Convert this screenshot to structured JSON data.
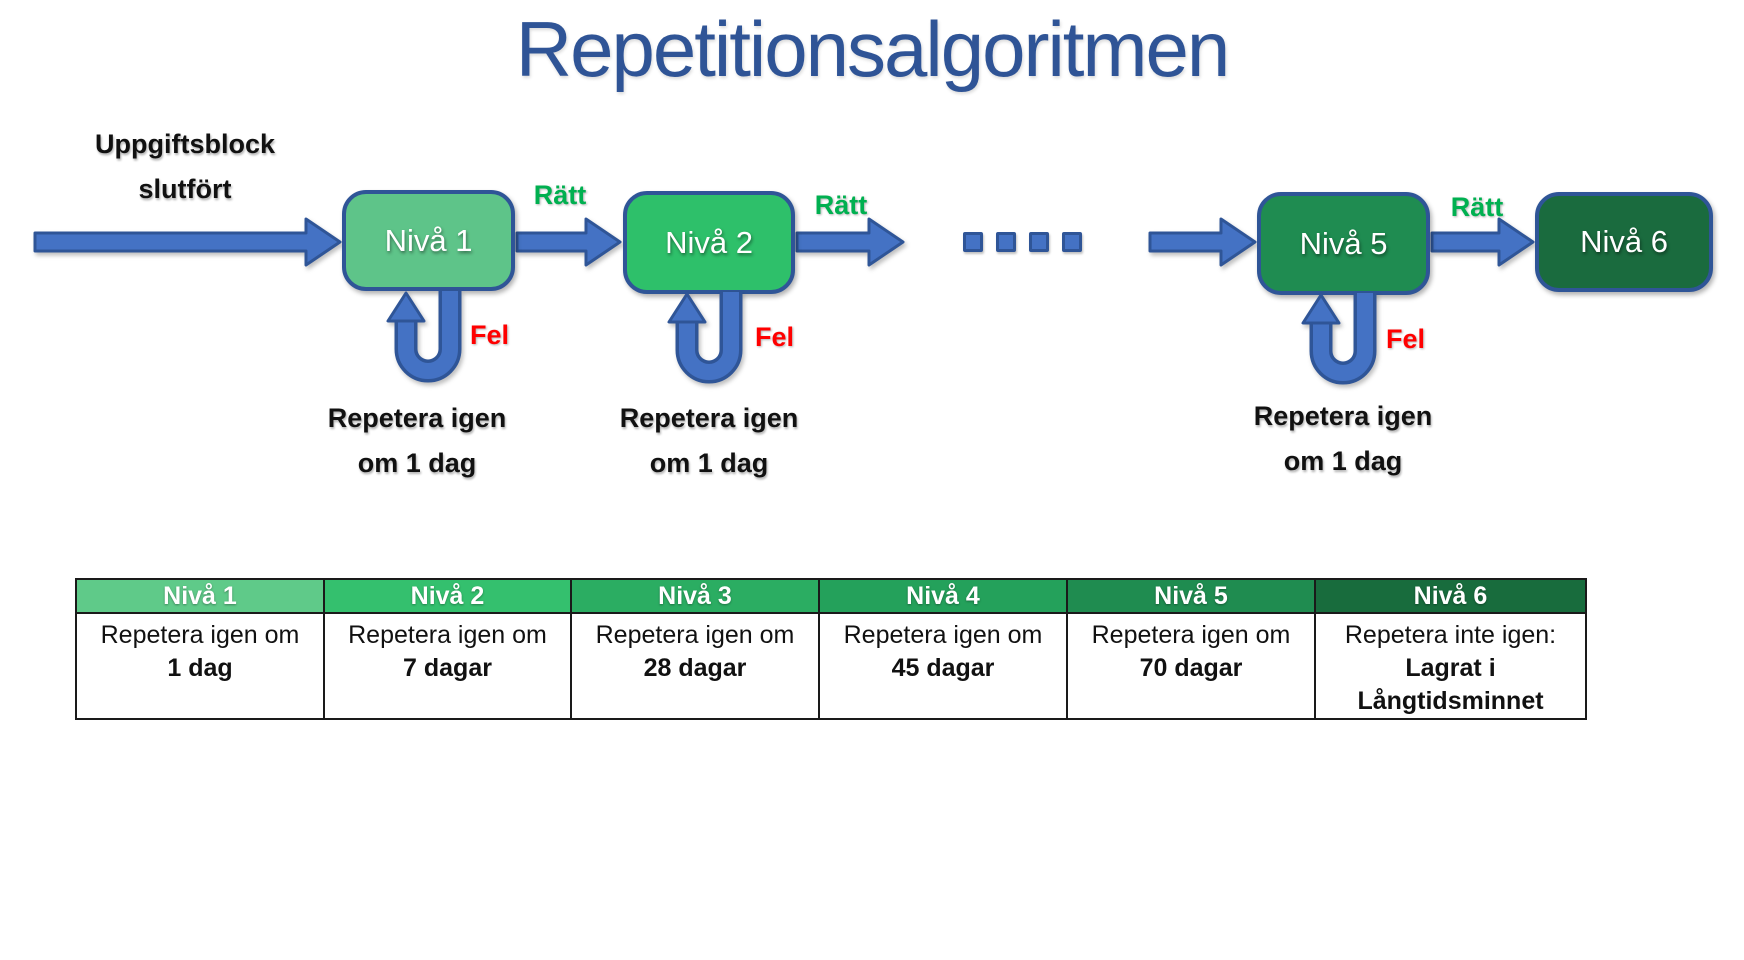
{
  "title": "Repetitionsalgoritmen",
  "flow": {
    "entry_label": {
      "line1": "Uppgiftsblock",
      "line2": "slutfört"
    },
    "correct_label": "Rätt",
    "error_label": "Fel",
    "repeat_label": {
      "line1": "Repetera igen",
      "line2": "om 1 dag"
    },
    "nodes": [
      "Nivå 1",
      "Nivå 2",
      "Nivå 5",
      "Nivå 6"
    ],
    "ellipsis_dot_count": 4
  },
  "table": {
    "headers": [
      "Nivå 1",
      "Nivå 2",
      "Nivå 3",
      "Nivå 4",
      "Nivå 5",
      "Nivå 6"
    ],
    "cells": [
      {
        "line1": "Repetera igen om",
        "line2": "1 dag"
      },
      {
        "line1": "Repetera igen om",
        "line2": "7 dagar"
      },
      {
        "line1": "Repetera igen om",
        "line2": "28 dagar"
      },
      {
        "line1": "Repetera igen om",
        "line2": "45 dagar"
      },
      {
        "line1": "Repetera igen om",
        "line2": "70 dagar"
      },
      {
        "line1": "Repetera inte igen:",
        "line2": "Lagrat i",
        "line3": "Långtidsminnet"
      }
    ]
  },
  "colors": {
    "title_blue": "#2F5496",
    "arrow_fill": "#4472C4",
    "arrow_outline": "#2F5597",
    "correct_green": "#00B050",
    "error_red": "#FF0000",
    "node_fills": [
      "#5EC489",
      "#2EC06A",
      "#1F8C51",
      "#1A6B3E"
    ],
    "header_fills": [
      "#5FCA89",
      "#34C06E",
      "#2BAD62",
      "#24A15B",
      "#1F8C50",
      "#186C3D"
    ]
  }
}
